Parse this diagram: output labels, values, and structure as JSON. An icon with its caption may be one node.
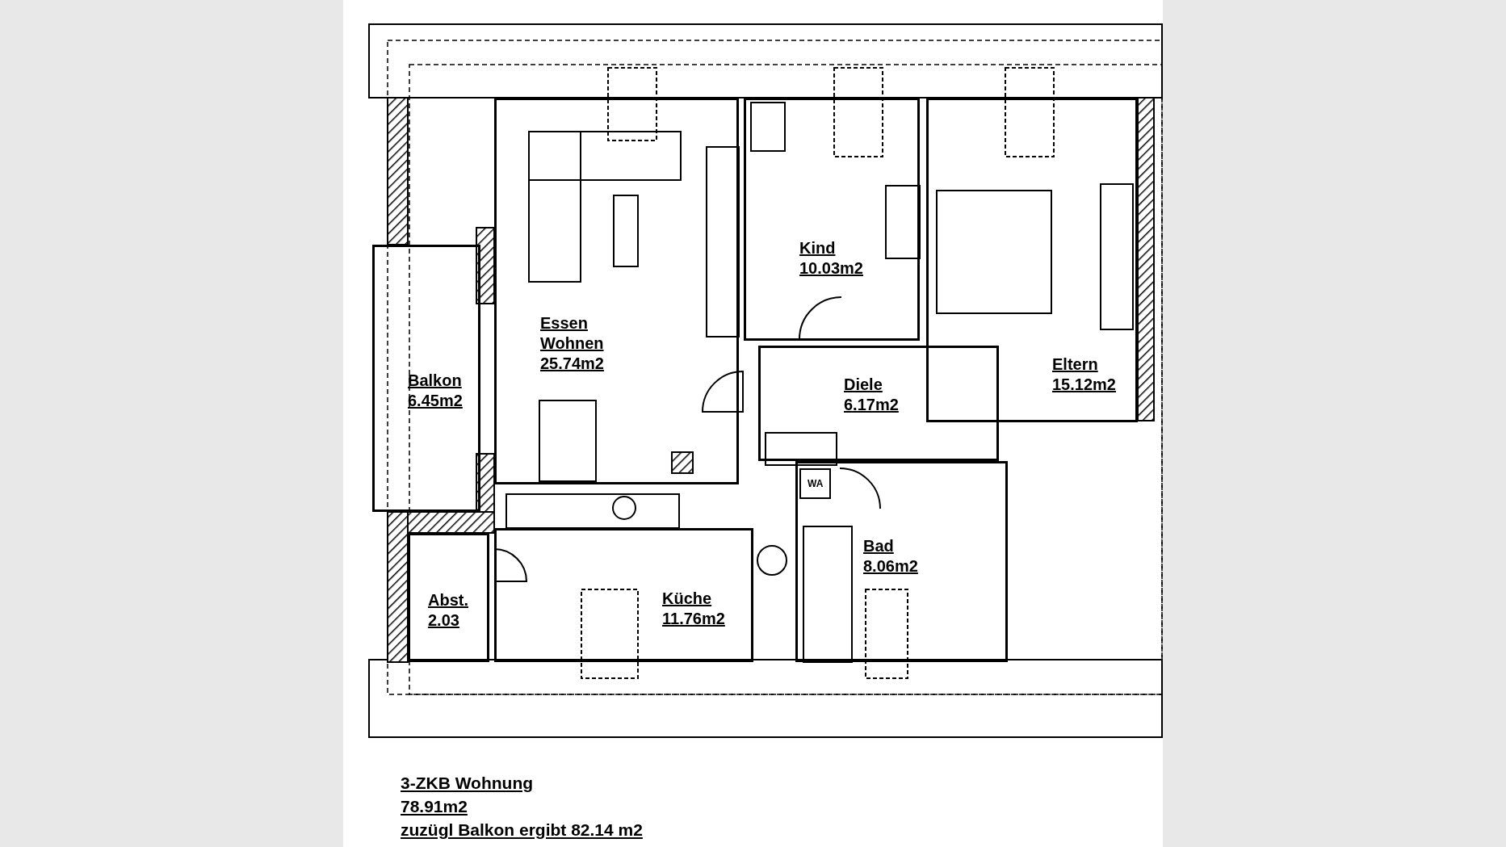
{
  "diagram": {
    "nodes": [
      {
        "text": [
          "Essen Wohnen",
          "25.74m2"
        ]
      },
      {
        "text": [
          "Kind",
          "10.03m2"
        ]
      },
      {
        "text": [
          "Eltern",
          "15.12m2"
        ]
      },
      {
        "text": [
          "Balkon",
          "6.45m2"
        ]
      },
      {
        "text": [
          "Diele",
          "6.17m2"
        ]
      },
      {
        "text": [
          "Küche",
          "11.76m2"
        ]
      },
      {
        "text": [
          "Bad",
          "8.06m2"
        ]
      },
      {
        "text": [
          "Abst.",
          "2.03"
        ]
      }
    ],
    "labels": [
      "WA",
      "3-ZKB Wohnung",
      "78.91m2",
      "zuzügl Balkon ergibt 82.14 m2"
    ]
  }
}
